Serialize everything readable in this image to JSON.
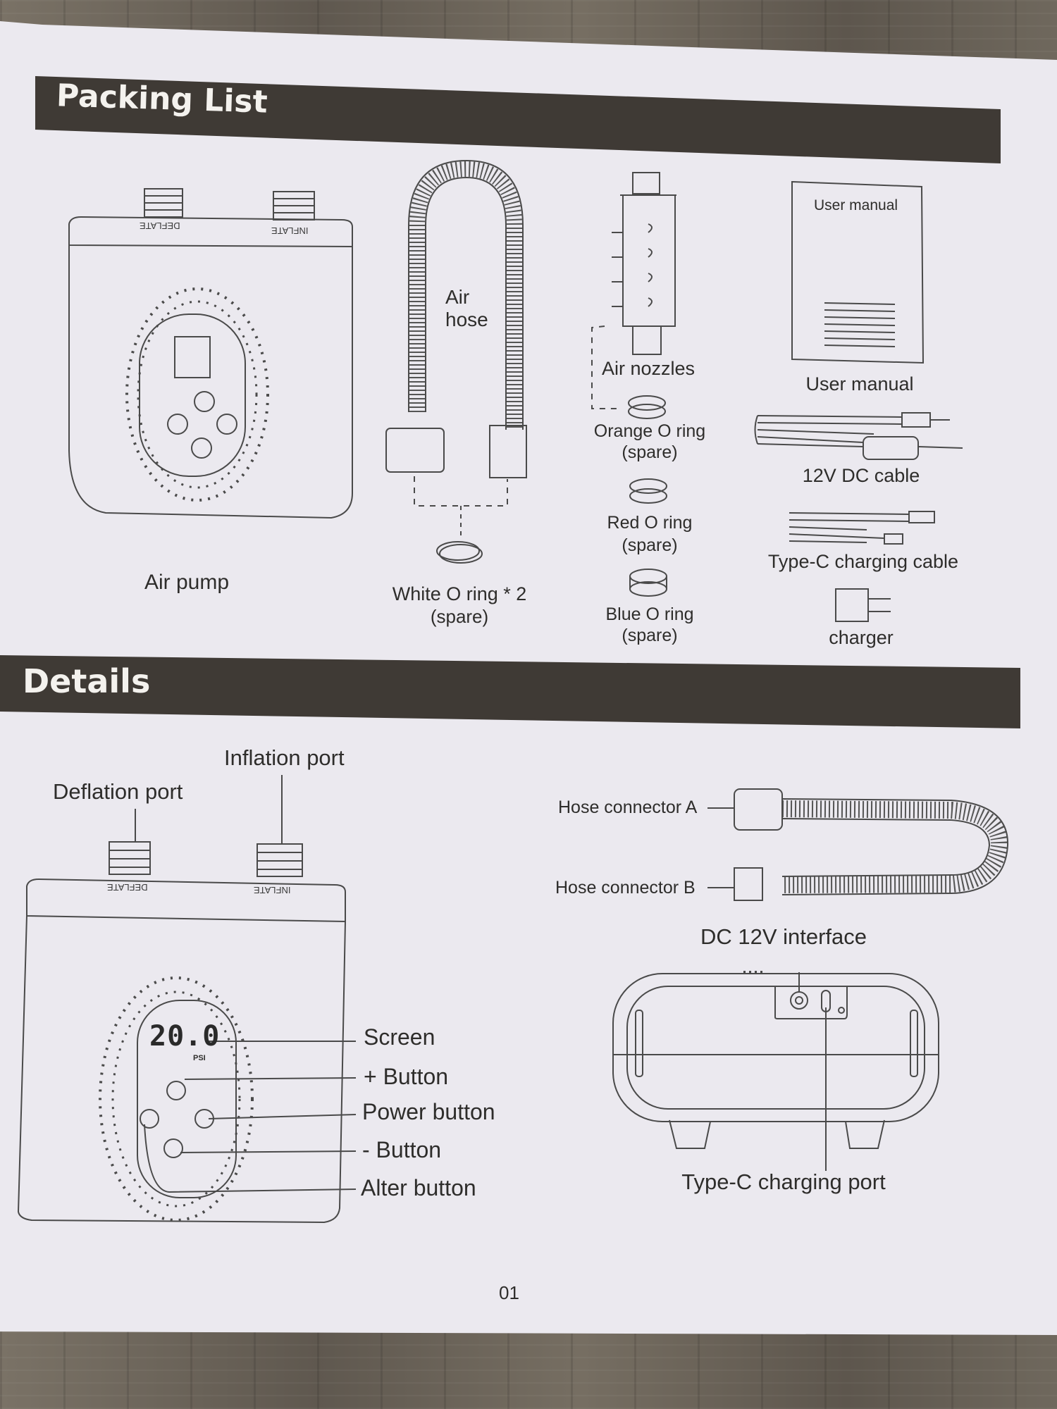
{
  "sections": {
    "packing_list": "Packing List",
    "details": "Details"
  },
  "packing": {
    "air_pump": "Air pump",
    "air_hose_line1": "Air",
    "air_hose_line2": "hose",
    "white_ring": "White O ring * 2",
    "white_ring_spare": "(spare)",
    "air_nozzles": "Air nozzles",
    "orange_ring": "Orange O ring",
    "orange_ring_spare": "(spare)",
    "red_ring": "Red O ring",
    "red_ring_spare": "(spare)",
    "blue_ring": "Blue O ring",
    "blue_ring_spare": "(spare)",
    "manual_cover_title": "User manual",
    "user_manual": "User manual",
    "dc_cable": "12V DC cable",
    "typec_cable": "Type-C charging cable",
    "charger": "charger",
    "deflate_mark": "DEFLATE",
    "inflate_mark": "INFLATE"
  },
  "details": {
    "inflation_port": "Inflation port",
    "deflation_port": "Deflation port",
    "screen": "Screen",
    "plus_button": "+ Button",
    "power_button": "Power button",
    "minus_button": "- Button",
    "alter_button": "Alter button",
    "screen_value": "20.0",
    "screen_unit": "PSI",
    "hose_connector_a": "Hose connector A",
    "hose_connector_b": "Hose connector B",
    "dc_interface": "DC 12V interface",
    "typec_port": "Type-C charging port"
  },
  "page_number": "01"
}
